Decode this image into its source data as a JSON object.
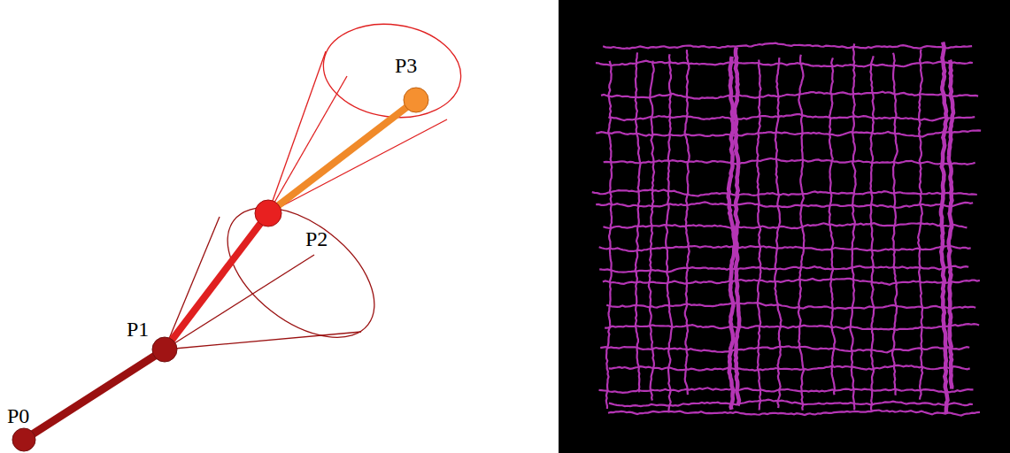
{
  "diagram": {
    "labels": [
      "P0",
      "P1",
      "P2",
      "P3"
    ]
  }
}
